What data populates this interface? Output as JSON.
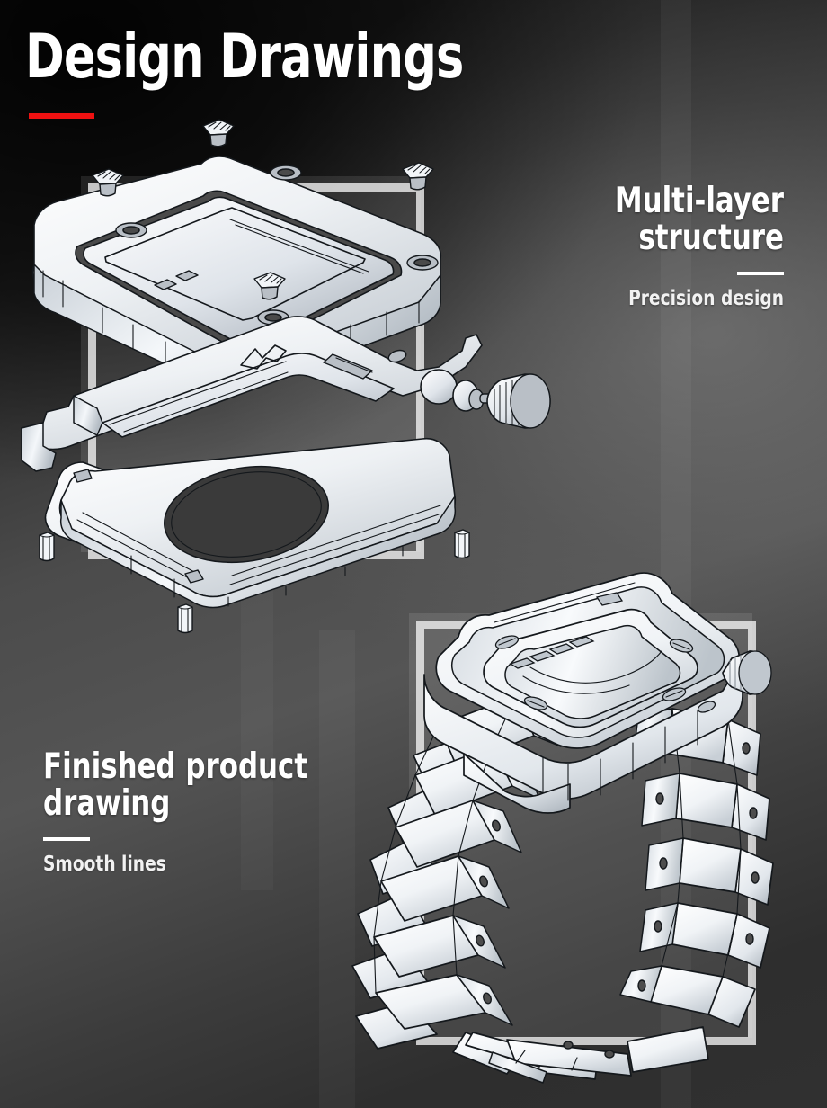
{
  "page": {
    "title": "Design Drawings",
    "accent_color": "#ee1111",
    "background_dark": "#1a1a1a",
    "background_light": "#555555"
  },
  "callouts": [
    {
      "id": "multi-layer",
      "heading_line1": "Multi-layer",
      "heading_line2": "structure",
      "subtext": "Precision design",
      "align": "right"
    },
    {
      "id": "finished-product",
      "heading_line1": "Finished product",
      "heading_line2": "drawing",
      "subtext": "Smooth lines",
      "align": "left"
    }
  ],
  "illustrations": [
    {
      "id": "exploded-assembly",
      "name": "exploded-watch-case-assembly",
      "description": "Isometric CAD line drawing of a smartwatch case exploded into layers: top bezel ring, middle case body with crown and side button, lower back plate with circular sensor opening, plus four screws and four alignment pins."
    },
    {
      "id": "finished-watch",
      "name": "finished-watch-with-bracelet",
      "description": "Isometric CAD line drawing of the assembled smartwatch case with a multi-link stainless steel bracelet and side crown."
    }
  ],
  "icons": {
    "screw": "screw-icon",
    "pin": "pin-icon",
    "crown": "crown-icon"
  }
}
